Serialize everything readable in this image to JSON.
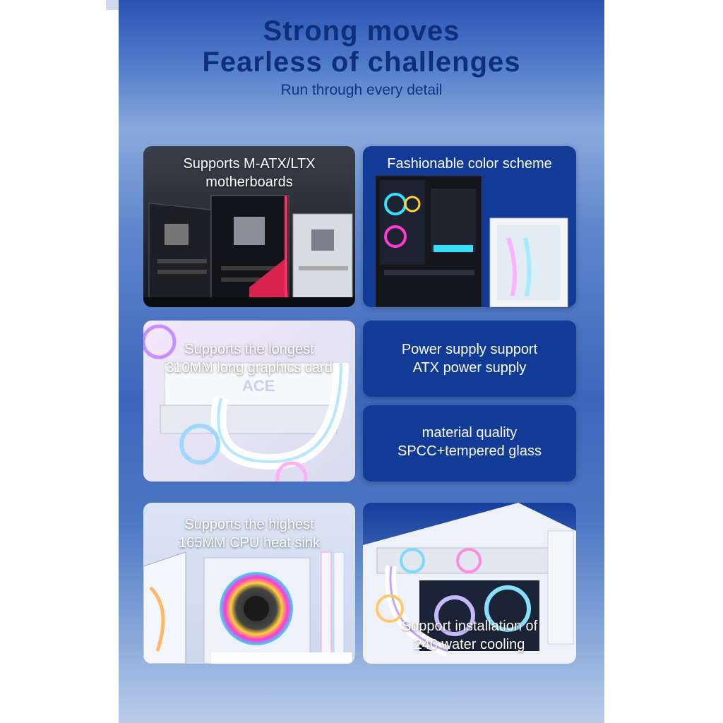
{
  "header": {
    "line1": "Strong moves",
    "line2": "Fearless of challenges",
    "subtitle": "Run through every detail"
  },
  "cards": {
    "motherboard": {
      "line1": "Supports M-ATX/LTX",
      "line2": "motherboards"
    },
    "color": {
      "line1": "Fashionable color scheme"
    },
    "gpu": {
      "line1": "Supports the longest",
      "line2": "310MM long graphics card"
    },
    "psu": {
      "line1": "Power supply support",
      "line2": "ATX power supply"
    },
    "material": {
      "line1": "material quality",
      "line2": "SPCC+tempered glass"
    },
    "cpu": {
      "line1": "Supports the highest",
      "line2": "165MM CPU heat sink"
    },
    "water": {
      "line1": "Support installation of",
      "line2": "240 water cooling"
    }
  },
  "colors": {
    "title": "#0f2f7d",
    "card_blue": "#123b97",
    "rgb_accent": "#ff2d6a"
  }
}
